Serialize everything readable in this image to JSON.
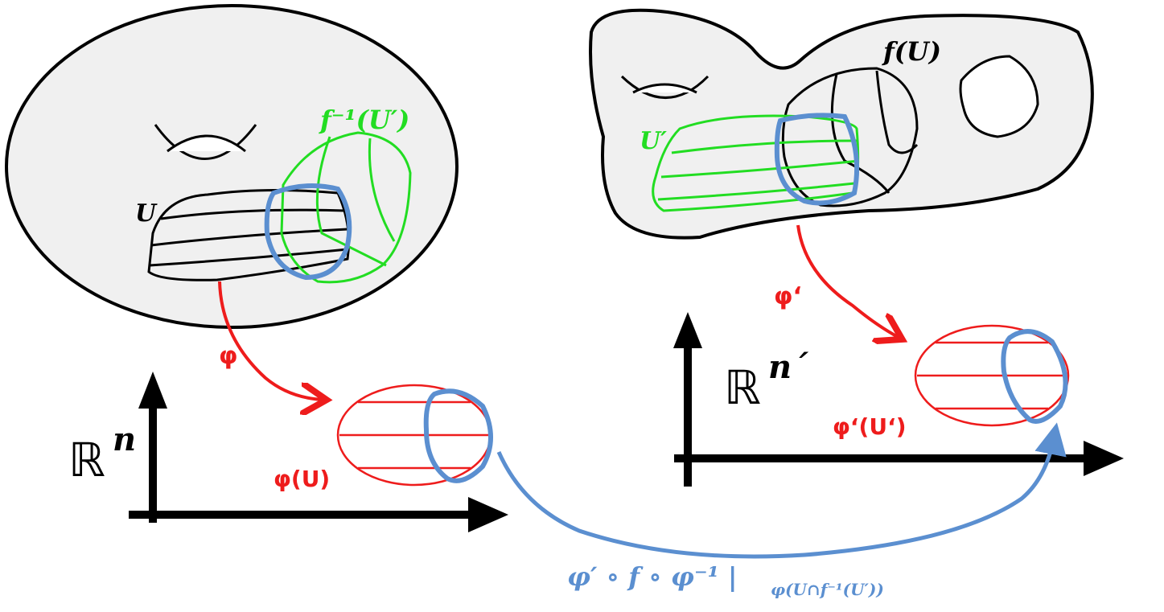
{
  "colors": {
    "manifold_fill": "#f0f0f0",
    "outline": "#000000",
    "chart_u": "#000000",
    "chart_preimage": "#22dd22",
    "overlap": "#5b8fd0",
    "image": "#ee1c1c",
    "transition": "#5b8fd0"
  },
  "labels": {
    "U": "U",
    "preimage": "f⁻¹(U′)",
    "fU": "f(U)",
    "U_prime": "U′",
    "phi": "φ",
    "phi_prime": "φ‘",
    "phi_U": "φ(U)",
    "phi_prime_U_prime": "φ‘(U‘)",
    "Rn_symbol": "ℝ",
    "Rn_exponent": "n",
    "Rn_prime_symbol": "ℝ",
    "Rn_prime_exponent": "n´",
    "transition_main": "φ′ ∘ f ∘ φ⁻¹ |",
    "transition_sub": "φ(U∩f⁻¹(U′))"
  },
  "icons": {
    "left_manifold": "torus-shape",
    "right_manifold": "double-torus-shape",
    "axis_arrows": "arrow-head"
  }
}
